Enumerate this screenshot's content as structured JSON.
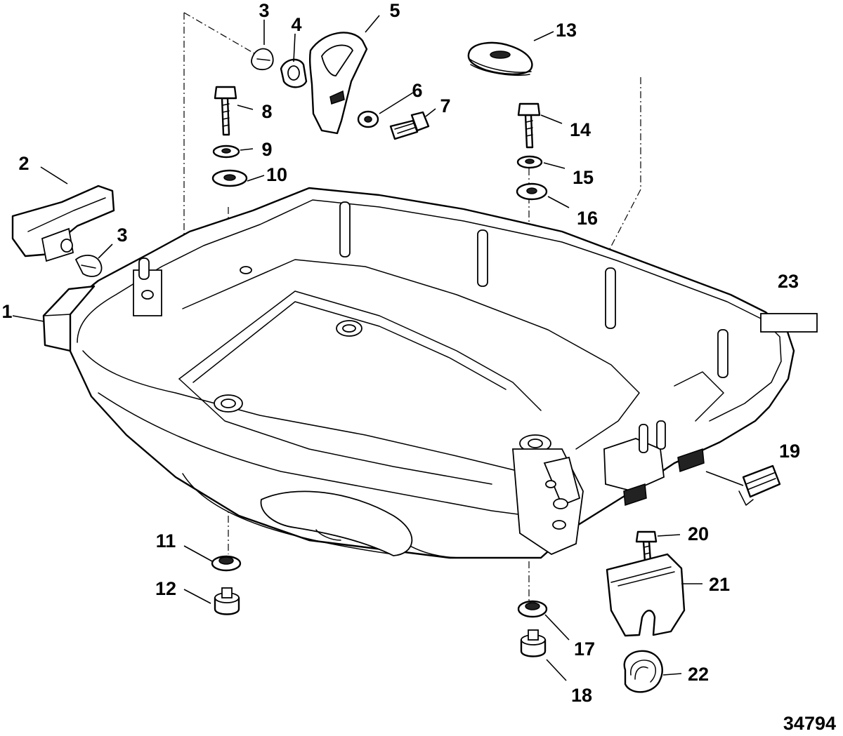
{
  "diagram": {
    "figure_number": "34794",
    "callouts": [
      {
        "id": "c1",
        "label": "1"
      },
      {
        "id": "c2",
        "label": "2"
      },
      {
        "id": "c3a",
        "label": "3"
      },
      {
        "id": "c3b",
        "label": "3"
      },
      {
        "id": "c4",
        "label": "4"
      },
      {
        "id": "c5",
        "label": "5"
      },
      {
        "id": "c6",
        "label": "6"
      },
      {
        "id": "c7",
        "label": "7"
      },
      {
        "id": "c8",
        "label": "8"
      },
      {
        "id": "c9",
        "label": "9"
      },
      {
        "id": "c10",
        "label": "10"
      },
      {
        "id": "c11",
        "label": "11"
      },
      {
        "id": "c12",
        "label": "12"
      },
      {
        "id": "c13",
        "label": "13"
      },
      {
        "id": "c14",
        "label": "14"
      },
      {
        "id": "c15",
        "label": "15"
      },
      {
        "id": "c16",
        "label": "16"
      },
      {
        "id": "c17",
        "label": "17"
      },
      {
        "id": "c18",
        "label": "18"
      },
      {
        "id": "c19",
        "label": "19"
      },
      {
        "id": "c20",
        "label": "20"
      },
      {
        "id": "c21",
        "label": "21"
      },
      {
        "id": "c22",
        "label": "22"
      },
      {
        "id": "c23",
        "label": "23"
      }
    ]
  }
}
